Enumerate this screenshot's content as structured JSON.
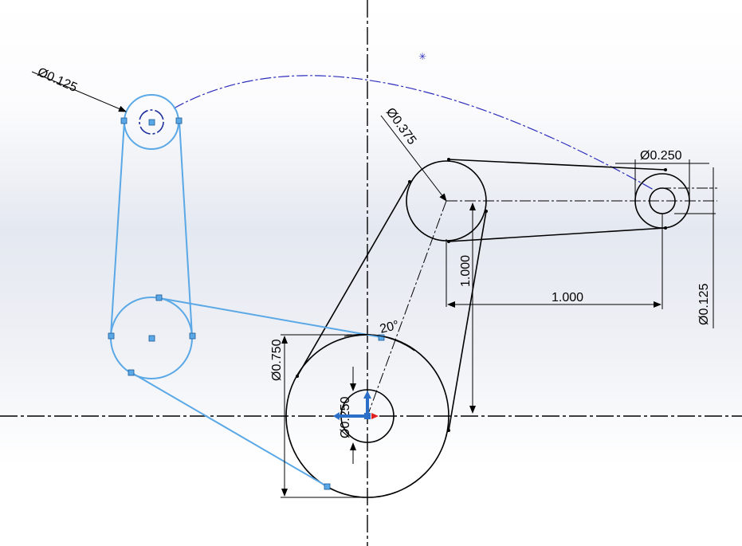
{
  "dimensions": {
    "dia_top_left": "Ø0.125",
    "dia_mid_circle": "Ø0.375",
    "dia_right_outer": "Ø0.250",
    "dia_right_inner": "Ø0.125",
    "len_vertical": "1.000",
    "len_horizontal": "1.000",
    "dia_large": "Ø0.750",
    "dia_small": "Ø0.250",
    "angle": "20°"
  },
  "colors": {
    "selected_geometry": "#5aa8e6",
    "arc_path": "#2e2ebd",
    "origin_x_axis": "#e02020",
    "origin_y_axis": "#2c6fc9"
  }
}
